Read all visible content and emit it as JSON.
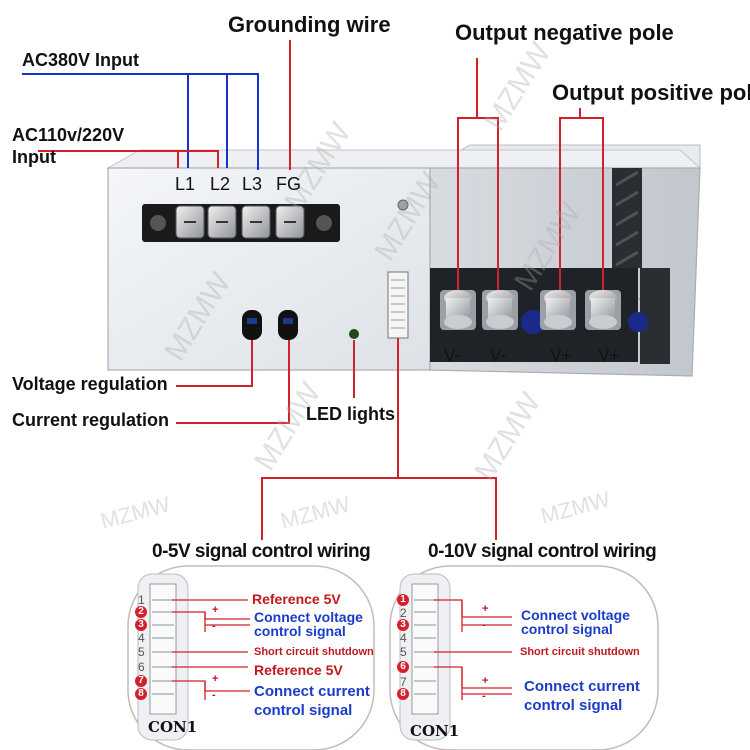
{
  "labels": {
    "grounding_wire": "Grounding wire",
    "output_negative_pole": "Output negative pole",
    "output_positive_pole": "Output positive pole",
    "ac380_input": "AC380V Input",
    "ac110_input_line1": "AC110v/220V",
    "ac110_input_line2": "Input",
    "voltage_regulation": "Voltage regulation",
    "current_regulation": "Current regulation",
    "led_lights": "LED lights"
  },
  "input_terminals": [
    "L1",
    "L2",
    "L3",
    "FG"
  ],
  "output_terminals": [
    "V-",
    "V-",
    "V+",
    "V+"
  ],
  "wiring_5v": {
    "title": "0-5V signal control wiring",
    "connector": "CON1",
    "pins": [
      "1",
      "2",
      "3",
      "4",
      "5",
      "6",
      "7",
      "8"
    ],
    "highlighted_pins": [
      2,
      3,
      7,
      8
    ],
    "plus": "+",
    "minus": "-",
    "plus2": "+",
    "minus2": "-",
    "ref1": "Reference 5V",
    "voltage_line1": "Connect voltage",
    "voltage_line2": "control signal",
    "shutdown": "Short circuit shutdown",
    "ref2": "Reference 5V",
    "current_line1": "Connect current",
    "current_line2": "control signal"
  },
  "wiring_10v": {
    "title": "0-10V signal control wiring",
    "connector": "CON1",
    "pins": [
      "1",
      "2",
      "3",
      "4",
      "5",
      "6",
      "7",
      "8"
    ],
    "highlighted_pins": [
      1,
      3,
      6,
      8
    ],
    "plus": "+",
    "minus": "-",
    "plus2": "+",
    "minus2": "-",
    "voltage_line1": "Connect voltage",
    "voltage_line2": "control signal",
    "shutdown": "Short circuit shutdown",
    "current_line1": "Connect current",
    "current_line2": "control signal"
  },
  "watermark": "MZMW",
  "colors": {
    "red_wire": "#d4202a",
    "blue_wire": "#1a2fd0",
    "panel": "#eaedf1"
  }
}
